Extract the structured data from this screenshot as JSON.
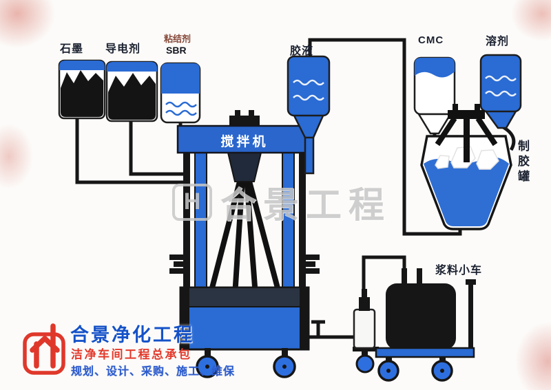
{
  "diagram": {
    "labels": {
      "graphite": "石墨",
      "conductive_agent": "导电剂",
      "binder": "粘结剂",
      "binder_sub": "SBR",
      "glue_solution": "胶液",
      "cmc": "CMC",
      "solvent": "溶剂",
      "mixer": "搅拌机",
      "glue_tank": "制胶罐",
      "slurry_cart": "浆料小车"
    },
    "watermark": {
      "logo_letter": "H",
      "text": "合景工程"
    },
    "icons": {
      "watermark_logo": "heji-h-logo",
      "footer_logo": "heji-h-logo"
    },
    "colors": {
      "primary_blue": "#2a6bd4",
      "wheel_blue": "#2e6fe0",
      "line_black": "#161616",
      "watermark_gray": "#c7c7c7",
      "brand_red": "#df382b",
      "brand_blue": "#1552c8"
    }
  },
  "footer": {
    "company_name": "合景净化工程",
    "subtitle": "洁净车间工程总承包",
    "services": "规划、设计、采购、施工、维保"
  }
}
